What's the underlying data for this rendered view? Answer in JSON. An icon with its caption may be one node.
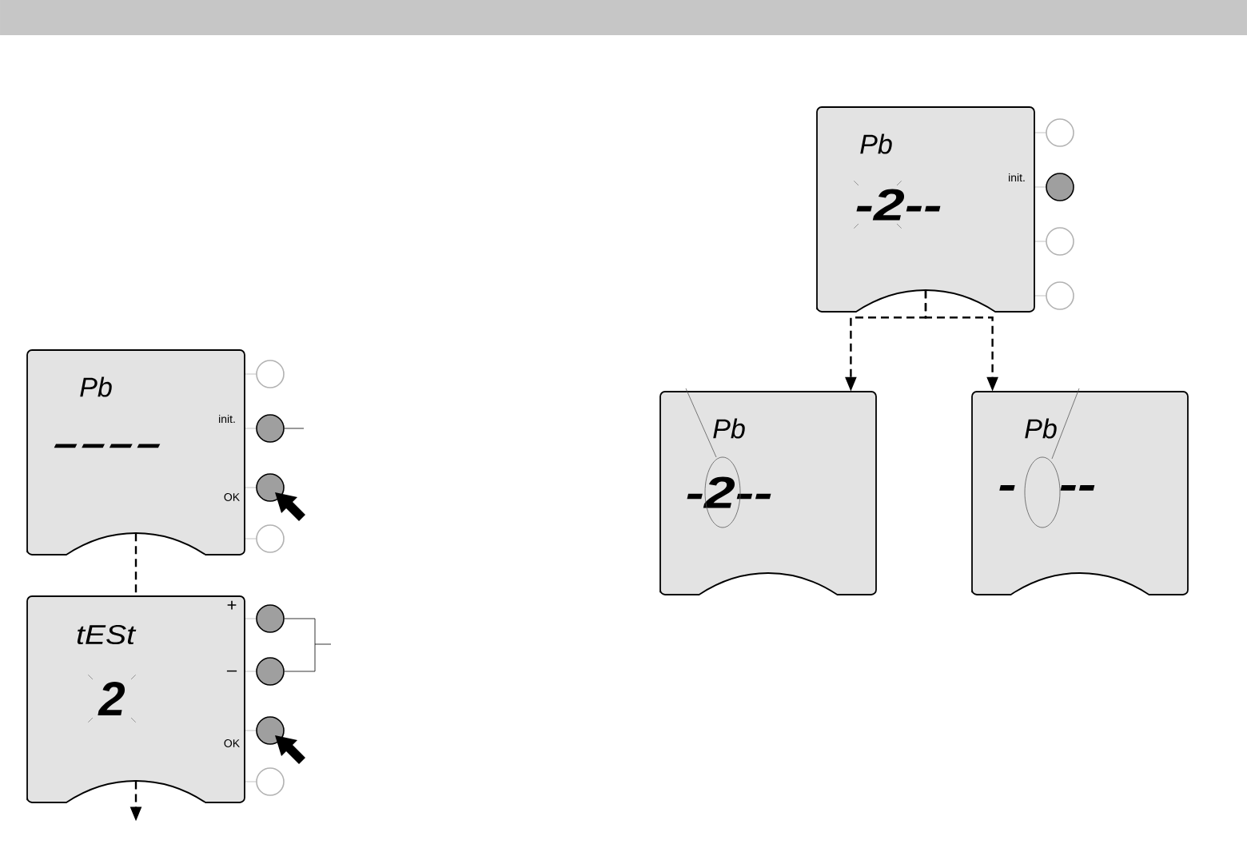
{
  "diagram": {
    "nodes": [
      {
        "text": [
          "Pb",
          "----"
        ]
      },
      {
        "text": [
          "tESt",
          "2"
        ]
      },
      {
        "text": [
          "Pb",
          "-2--"
        ]
      },
      {
        "text": [
          "Pb",
          "-2--"
        ]
      },
      {
        "text": [
          "Pb",
          "-",
          "--"
        ]
      }
    ],
    "edges": [
      {
        "from": 0,
        "to": 1,
        "arrow": "none",
        "style": "dashed"
      },
      {
        "from": 1,
        "to": null,
        "arrow": "to",
        "style": "dashed"
      },
      {
        "from": 2,
        "to": 3,
        "arrow": "to",
        "style": "dashed"
      },
      {
        "from": 2,
        "to": 4,
        "arrow": "to",
        "style": "dashed"
      }
    ],
    "labels": [
      "init.",
      "OK",
      "+",
      "–",
      "OK",
      "init."
    ]
  }
}
